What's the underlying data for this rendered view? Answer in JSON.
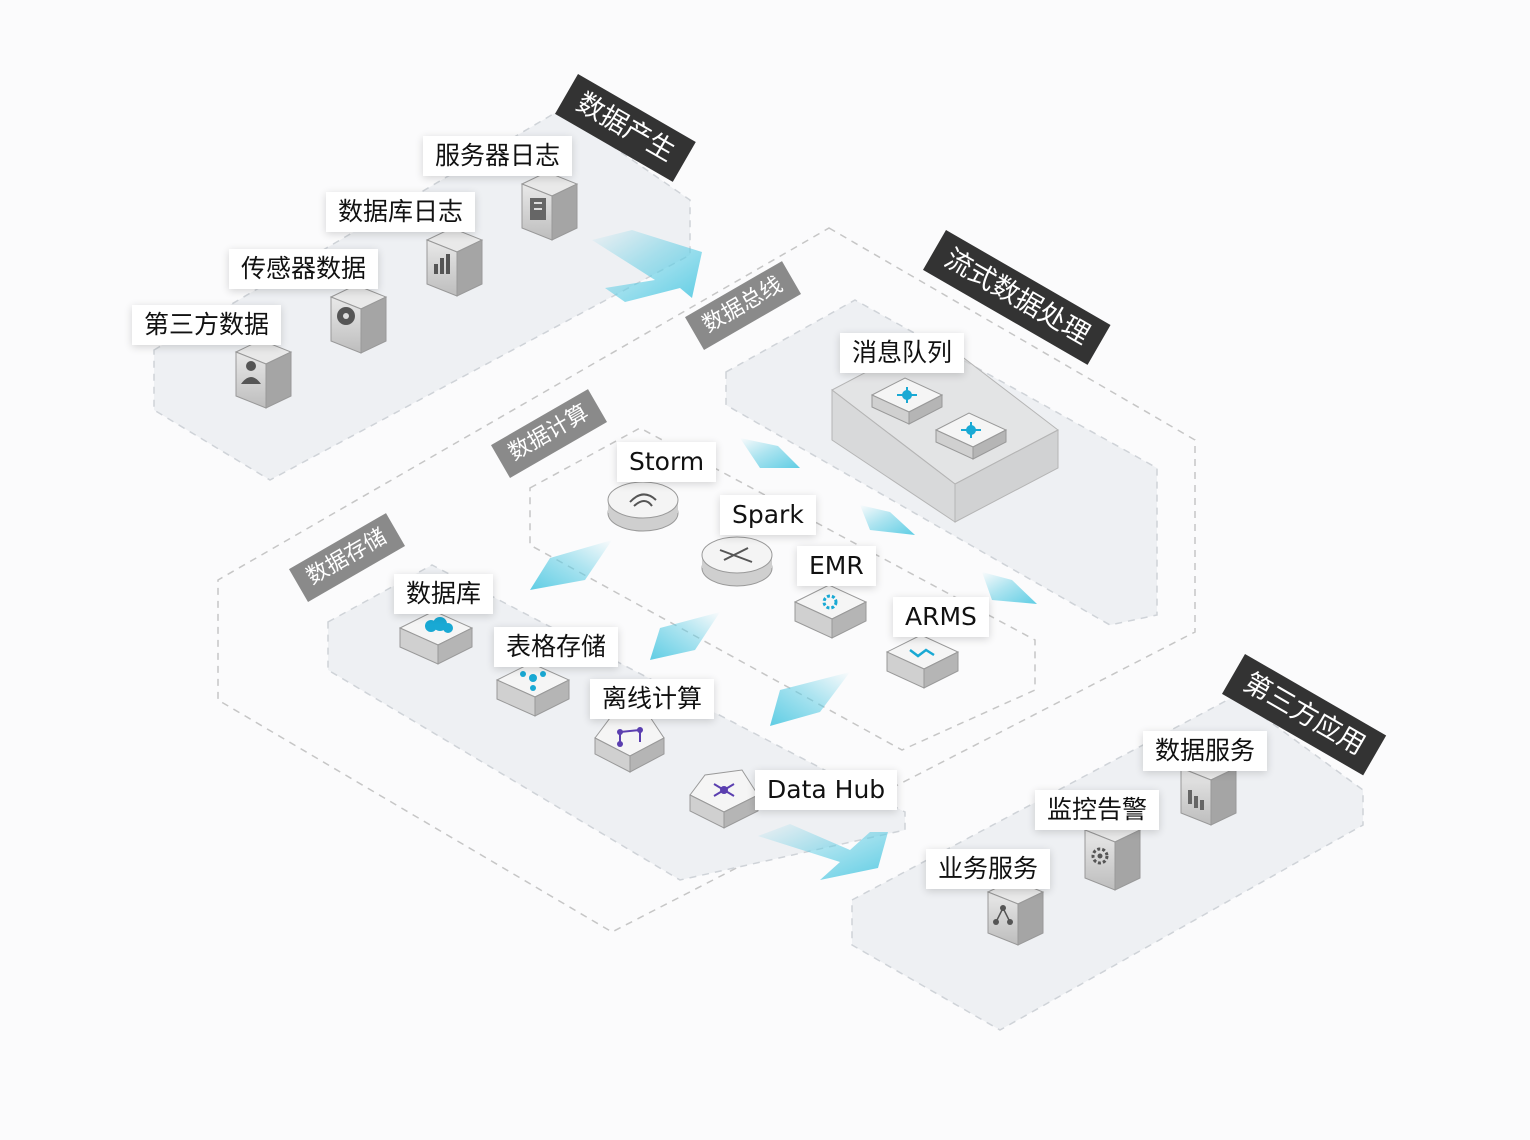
{
  "colors": {
    "platform": "#eef0f3",
    "arrow": "#5fcde4",
    "icon_cyan": "#19a9d4",
    "icon_purple": "#5b3fb0",
    "dark_tag": "#333333",
    "grey_tag": "#8a8a8a"
  },
  "zones": {
    "data_generation": "数据产生",
    "stream_processing": "流式数据处理",
    "third_party_apps": "第三方应用",
    "data_bus": "数据总线",
    "data_compute": "数据计算",
    "data_storage": "数据存储"
  },
  "sources": {
    "server_log": "服务器日志",
    "db_log": "数据库日志",
    "sensor_data": "传感器数据",
    "third_party_data": "第三方数据"
  },
  "bus": {
    "message_queue": "消息队列"
  },
  "compute": {
    "storm": "Storm",
    "spark": "Spark",
    "emr": "EMR",
    "arms": "ARMS"
  },
  "storage": {
    "database": "数据库",
    "table_store": "表格存储",
    "offline_compute": "离线计算",
    "datahub": "Data Hub"
  },
  "apps": {
    "data_service": "数据服务",
    "monitoring": "监控告警",
    "business_service": "业务服务"
  },
  "icons": {
    "server_log": "document-icon",
    "db_log": "bar-chart-icon",
    "sensor": "sensor-icon",
    "user": "user-icon",
    "queue_node": "hub-node-icon",
    "storm": "storm-logo-icon",
    "spark": "spark-logo-icon",
    "emr": "emr-icon",
    "arms": "arms-icon",
    "database": "cloud-icon",
    "table_store": "network-icon",
    "offline_compute": "graph-icon",
    "datahub": "datahub-icon",
    "data_service": "bar-chart-icon",
    "monitoring": "gear-icon",
    "business_service": "branch-icon"
  }
}
